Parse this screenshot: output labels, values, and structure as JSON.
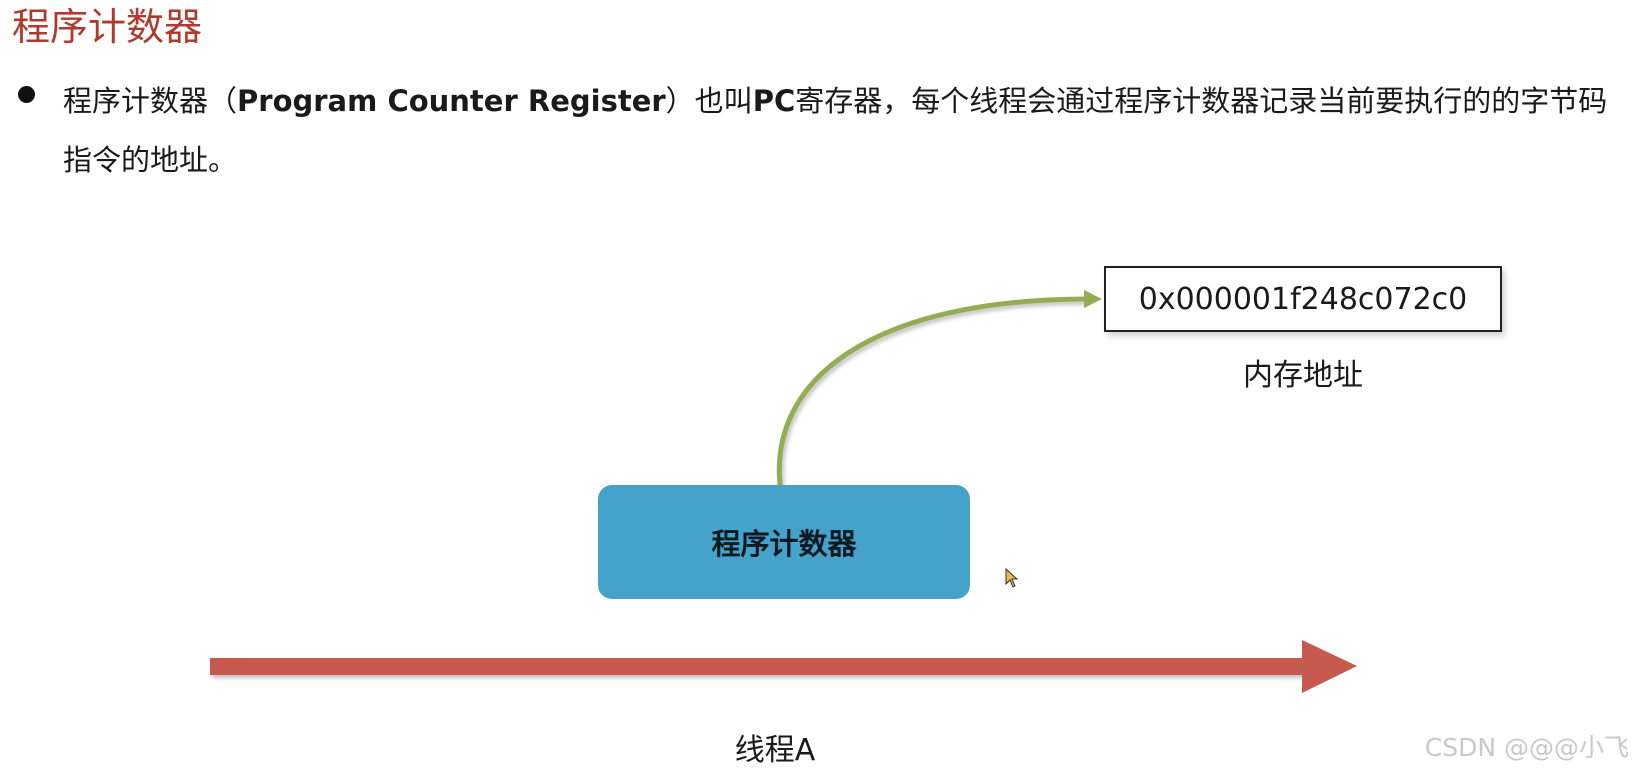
{
  "title": "程序计数器",
  "bullet": {
    "part1": "程序计数器（",
    "part2": "Program Counter Register",
    "part3": "）也叫",
    "part4": "PC",
    "part5": "寄存器，每个线程会通过程序计数器记录当前要执行的的字节码指令的地址。"
  },
  "diagram": {
    "memory_address": "0x000001f248c072c0",
    "memory_address_label": "内存地址",
    "pc_box_label": "程序计数器",
    "thread_label": "线程A"
  },
  "watermark": "CSDN @@@小飞",
  "colors": {
    "title": "#b03a2e",
    "pc_box": "#45a2cb",
    "curved_arrow": "#94ad55",
    "thread_arrow": "#c65a4f"
  }
}
